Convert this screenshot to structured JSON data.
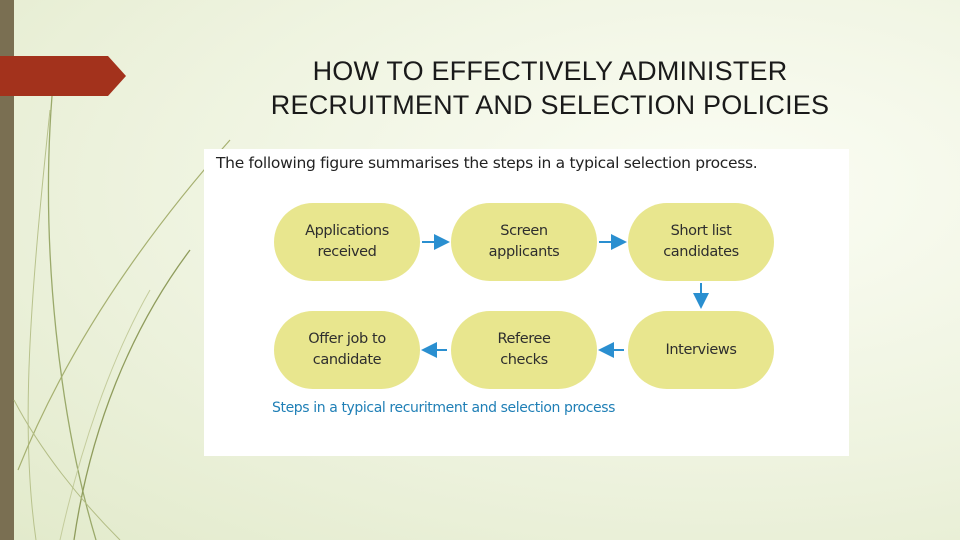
{
  "slide": {
    "title_line1": "HOW TO EFFECTIVELY ADMINISTER",
    "title_line2": "RECRUITMENT AND SELECTION POLICIES"
  },
  "figure": {
    "intro": "The following figure summarises the steps in a typical selection process.",
    "caption": "Steps in a typical recuritment and selection process",
    "steps": [
      {
        "label": "Applications\nreceived"
      },
      {
        "label": "Screen\napplicants"
      },
      {
        "label": "Short list\ncandidates"
      },
      {
        "label": "Interviews"
      },
      {
        "label": "Referee\nchecks"
      },
      {
        "label": "Offer job to\ncandidate"
      }
    ]
  },
  "colors": {
    "node_fill": "#e8e68e",
    "arrow": "#2a8fd0",
    "caption": "#1f7fb6",
    "accent_tab": "#a3321c",
    "side_bar": "#7a6f52"
  }
}
